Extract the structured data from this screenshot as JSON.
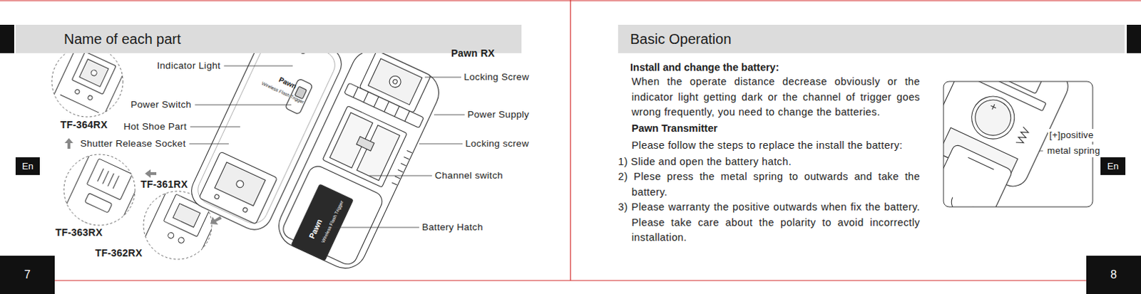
{
  "diagram": {
    "nodes": [
      {
        "text": [
          "Name of each part"
        ]
      },
      {
        "text": [
          "Basic Operation"
        ]
      },
      {
        "text": [
          "En"
        ]
      },
      {
        "text": [
          "En"
        ]
      },
      {
        "text": [
          "7"
        ]
      },
      {
        "text": [
          "8"
        ]
      }
    ],
    "labels": [
      "Indicator Light",
      "Power Switch",
      "Hot Shoe Part",
      "Shutter Release Socket",
      "TF-364RX",
      "TF-361RX",
      "TF-363RX",
      "TF-362RX",
      "Pawn RX",
      "Locking Screw",
      "Power Supply",
      "Locking screw",
      "Channel switch",
      "Battery Hatch",
      "Install and change the battery:",
      "When the operate distance decrease obviously or the indicator light getting dark or the channel of trigger goes wrong frequently, you need to change the batteries.",
      "Pawn Transmitter",
      "Please follow the steps to replace the install the battery:",
      "1) Slide and open the battery hatch.",
      "2) Plese press the metal spring to outwards and take the battery.",
      "3) Please warranty the positive outwards when fix the battery. Please take care about the polarity to avoid incorrectly installation.",
      "[+]positive",
      "metal spring",
      "Pawn",
      "Wireless Flash Trigger",
      "Pawn",
      "Wireless Flash Trigger"
    ]
  }
}
